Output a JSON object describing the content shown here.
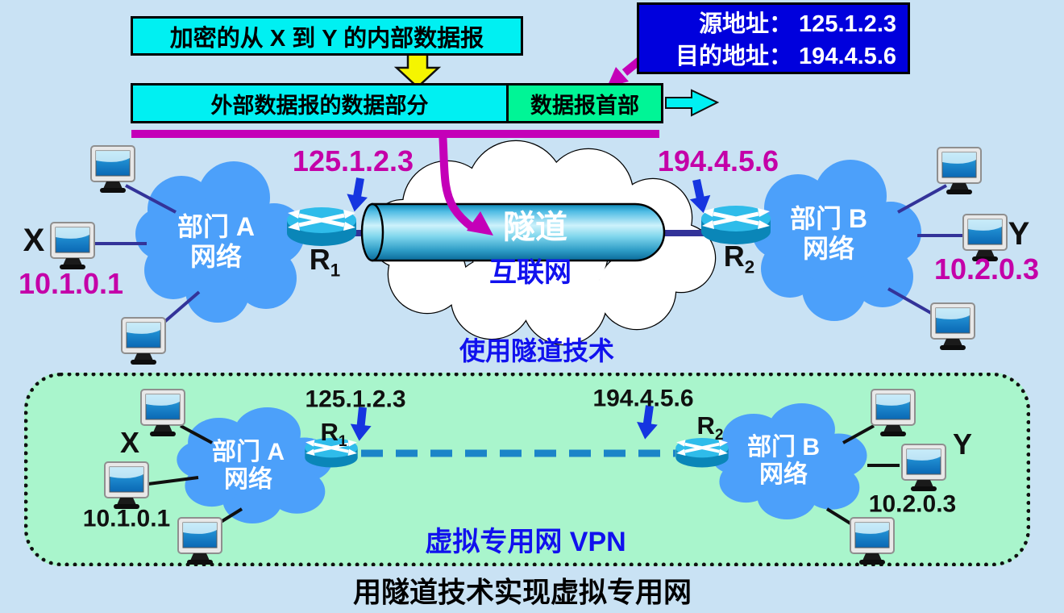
{
  "colors": {
    "background": "#c9e2f4",
    "cyan_box": "#00f0f2",
    "green_header_box": "#00f596",
    "address_box_blue": "#0000dd",
    "magenta_accent": "#c400b8",
    "magenta_text": "#c400a8",
    "cloud_blue": "#4ca0fa",
    "internet_cloud_white": "#ffffff",
    "vpn_panel_green": "#a9f5cc",
    "blue_caption_text": "#1111ee",
    "link_navy": "#333399",
    "dashed_vpn_link": "#1b85c8",
    "down_arrow_blue": "#1535e0",
    "yellow_arrow": "#f5f500"
  },
  "header": {
    "encrypted_label": "加密的从 X 到 Y 的内部数据报",
    "bar": {
      "data_part": "外部数据报的数据部分",
      "header_part": "数据报首部"
    },
    "address_box": {
      "source": "源地址： 125.1.2.3",
      "destination": "目的地址： 194.4.5.6"
    }
  },
  "tunnel_view": {
    "r1_address": "125.1.2.3",
    "r2_address": "194.4.5.6",
    "router1": {
      "name": "R",
      "sub": "1"
    },
    "router2": {
      "name": "R",
      "sub": "2"
    },
    "dept_a": {
      "line1": "部门 A",
      "line2": "网络"
    },
    "dept_b": {
      "line1": "部门 B",
      "line2": "网络"
    },
    "host_x": {
      "label": "X",
      "address": "10.1.0.1"
    },
    "host_y": {
      "label": "Y",
      "address": "10.2.0.3"
    },
    "tunnel_label": "隧道",
    "internet_label": "互联网",
    "caption": "使用隧道技术"
  },
  "vpn_view": {
    "r1_address": "125.1.2.3",
    "r2_address": "194.4.5.6",
    "router1": {
      "name": "R",
      "sub": "1"
    },
    "router2": {
      "name": "R",
      "sub": "2"
    },
    "dept_a": {
      "line1": "部门 A",
      "line2": "网络"
    },
    "dept_b": {
      "line1": "部门 B",
      "line2": "网络"
    },
    "host_x": {
      "label": "X",
      "address": "10.1.0.1"
    },
    "host_y": {
      "label": "Y",
      "address": "10.2.0.3"
    },
    "caption": "虚拟专用网 VPN"
  },
  "footer": {
    "title": "用隧道技术实现虚拟专用网"
  }
}
